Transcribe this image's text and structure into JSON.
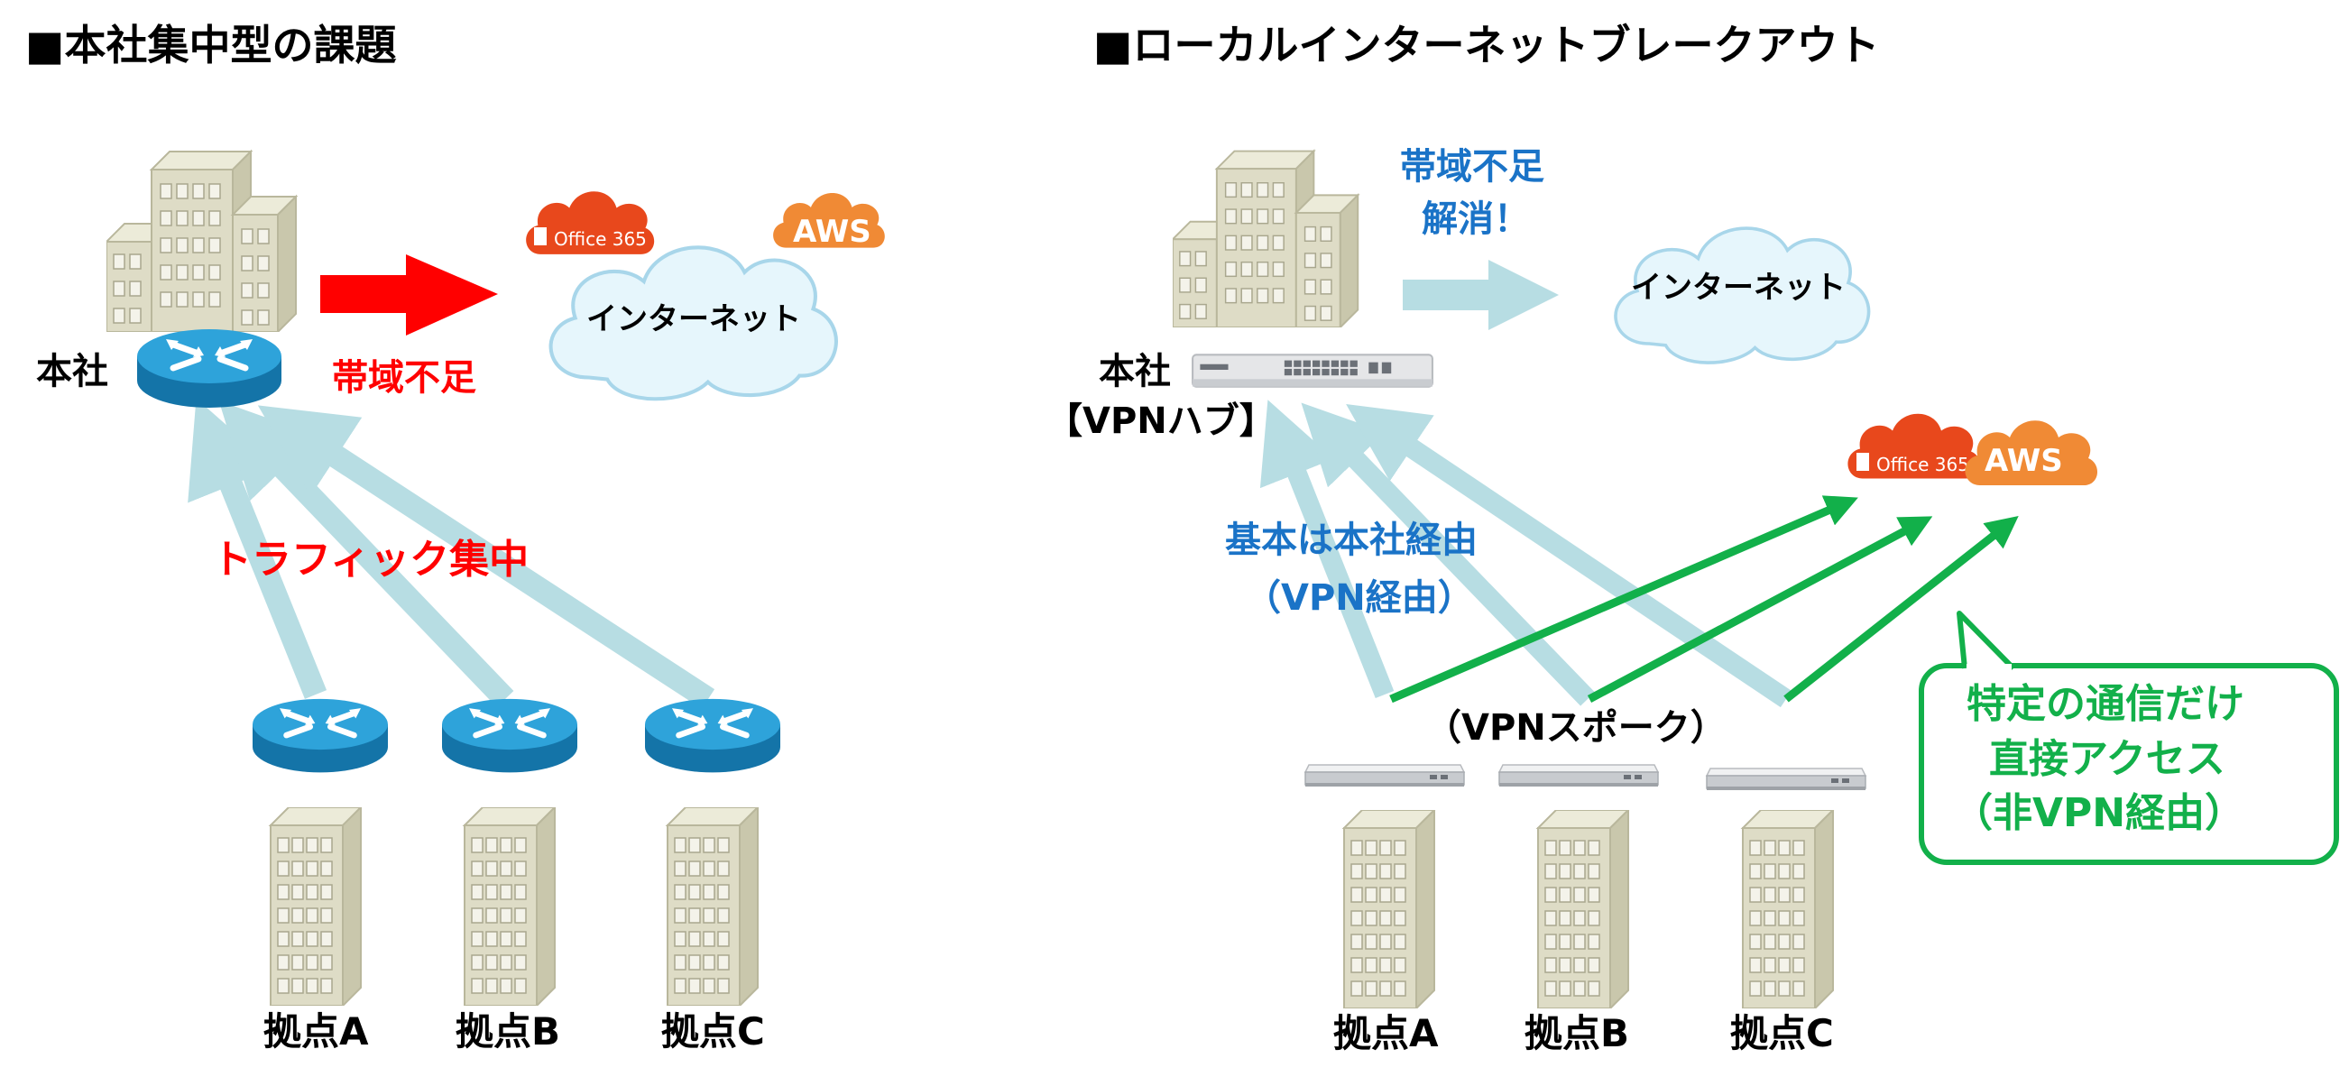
{
  "left": {
    "heading": "■本社集中型の課題",
    "hq_label": "本社",
    "bandwidth_issue": "帯域不足",
    "traffic_label": "トラフィック集中",
    "internet_label": "インターネット",
    "office365_label": "Office 365",
    "aws_label": "AWS",
    "branches": [
      "拠点A",
      "拠点B",
      "拠点C"
    ]
  },
  "right": {
    "heading": "■ローカルインターネットブレークアウト",
    "hq_label": "本社",
    "hub_label": "【VPNハブ】",
    "bandwidth_resolved_line1": "帯域不足",
    "bandwidth_resolved_line2": "解消！",
    "internet_label": "インターネット",
    "office365_label": "Office 365",
    "aws_label": "AWS",
    "via_hq_line1": "基本は本社経由",
    "via_hq_line2": "（VPN経由）",
    "spoke_label": "（VPNスポーク）",
    "callout_line1": "特定の通信だけ",
    "callout_line2": "直接アクセス",
    "callout_line3": "（非VPN経由）",
    "branches": [
      "拠点A",
      "拠点B",
      "拠点C"
    ]
  },
  "colors": {
    "red": "#ff0000",
    "light_blue_arrow": "#b7dde3",
    "green": "#12b04a",
    "blue_text": "#1a73c7",
    "office_orange": "#e8481c",
    "aws_orange": "#f08a35",
    "router_blue": "#1f8dc8",
    "cloud_fill": "#e3f4fb",
    "building": "#d8d7c2"
  }
}
